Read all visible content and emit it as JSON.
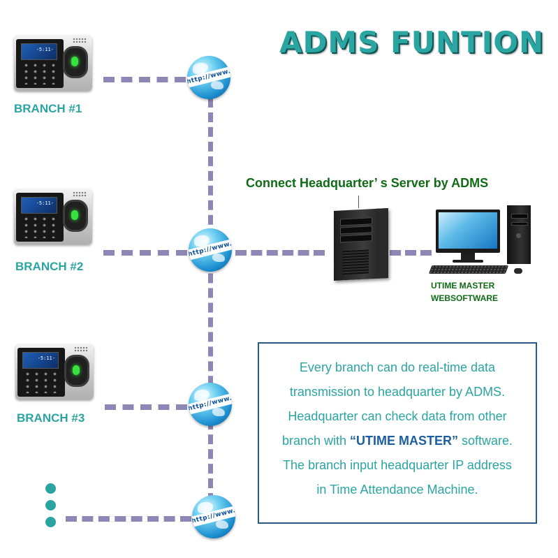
{
  "title": "ADMS FUNTION",
  "branches": [
    {
      "label": "BRANCH #1",
      "screen": "-5:11-"
    },
    {
      "label": "BRANCH #2",
      "screen": "-5:11-"
    },
    {
      "label": "BRANCH #3",
      "screen": "-5:11-"
    }
  ],
  "globe_text": "http://www.",
  "server_caption": "Connect Headquarter’ s Server by ADMS",
  "software_caption": {
    "line1": "UTIME MASTER",
    "line2": "WEBSOFTWARE"
  },
  "info": {
    "line1": "Every branch can do real-time data",
    "line2": "transmission to headquarter by ADMS.",
    "line3": "Headquarter can check data from other",
    "line4_prefix": "branch with ",
    "line4_highlight": "“UTIME MASTER”",
    "line4_suffix": " software.",
    "line5": "The branch input headquarter IP address",
    "line6": "in Time Attendance Machine."
  },
  "colors": {
    "accent": "#2aa5a2",
    "connector": "#8c87b4",
    "caption_green": "#0f6b15",
    "box_border": "#255a8a"
  }
}
